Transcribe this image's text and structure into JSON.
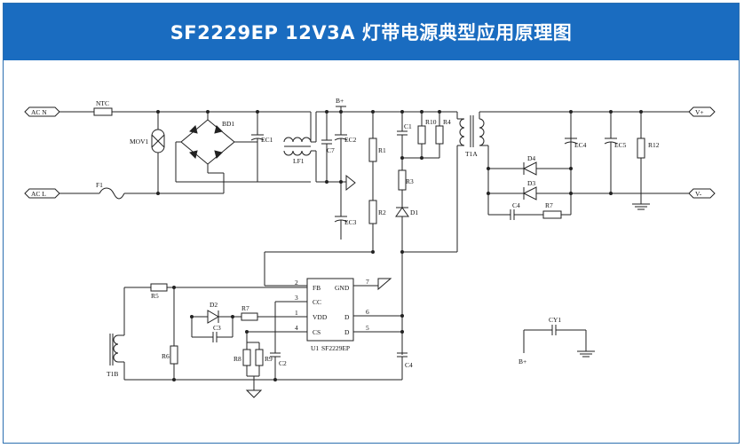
{
  "title": "SF2229EP 12V3A  灯带电源典型应用原理图",
  "colors": {
    "header": "#1a6cc0",
    "header_text": "#ffffff",
    "wire": "#222222"
  },
  "labels": {
    "acn": "AC N",
    "acl": "AC L",
    "ntc": "NTC",
    "f1": "F1",
    "mov1": "MOV1",
    "bd1": "BD1",
    "ec1": "EC1",
    "lf1": "LF1",
    "bplus_top": "B+",
    "c7": "C7",
    "ec2": "EC2",
    "ec3": "EC3",
    "r1": "R1",
    "r2": "R2",
    "c1": "C1",
    "r10": "R10",
    "r4": "R4",
    "r3": "R3",
    "d1": "D1",
    "t1a": "T1A",
    "vplus": "V+",
    "vminus": "V-",
    "d4": "D4",
    "d3": "D3",
    "ec4": "EC4",
    "ec5": "EC5",
    "r12": "R12",
    "c4_out": "C4",
    "r7_out": "R7",
    "r5": "R5",
    "r6": "R6",
    "d2": "D2",
    "c3": "C3",
    "r7": "R7",
    "r8": "R8",
    "r9": "R9",
    "c2": "C2",
    "c4": "C4",
    "t1b": "T1B",
    "u1": "U1",
    "ic_name": "SF2229EP",
    "pin_fb": "FB",
    "pin_cc": "CC",
    "pin_vdd": "VDD",
    "pin_cs": "CS",
    "pin_gnd": "GND",
    "pin_d1": "D",
    "pin_d2": "D",
    "n1": "1",
    "n2": "2",
    "n3": "3",
    "n4": "4",
    "n5": "5",
    "n6": "6",
    "n7": "7",
    "cy1": "CY1",
    "bplus_cy": "B+"
  }
}
